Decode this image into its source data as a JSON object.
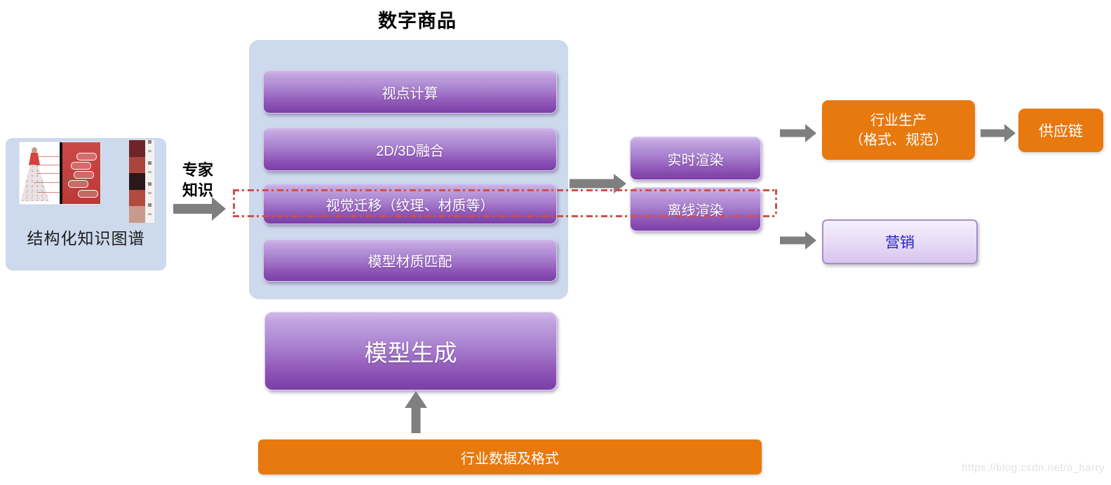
{
  "title": "数字商品",
  "watermark": "https://blog.csdn.net/a_harry",
  "knowledge_panel": {
    "caption": "结构化知识图谱",
    "swatch_colors": [
      "#6e2429",
      "#aa453d",
      "#2c171a",
      "#b24a3e",
      "#c89a8c"
    ]
  },
  "expert_label": {
    "line1": "专家",
    "line2": "知识"
  },
  "digital_goods": {
    "stack": [
      "视点计算",
      "2D/3D融合",
      "视觉迁移（纹理、材质等）",
      "模型材质匹配"
    ],
    "model_generation": "模型生成"
  },
  "bottom_bar": {
    "label": "行业数据及格式"
  },
  "rendering": {
    "realtime": "实时渲染",
    "offline": "离线渲染"
  },
  "production": {
    "line1": "行业生产",
    "line2": "（格式、规范）"
  },
  "supply_chain": {
    "label": "供应链"
  },
  "marketing": {
    "label": "营销"
  },
  "colors": {
    "container_blue": "#cdd9ec",
    "purple_top": "#c9b4e4",
    "purple_bottom": "#7b3ea6",
    "orange": "#e8790f",
    "arrow_gray": "#7f7f7f",
    "dashed_red": "#cf5049",
    "marketing_text_blue": "#2222cc",
    "watermark_gray": "#e2e2e6"
  }
}
